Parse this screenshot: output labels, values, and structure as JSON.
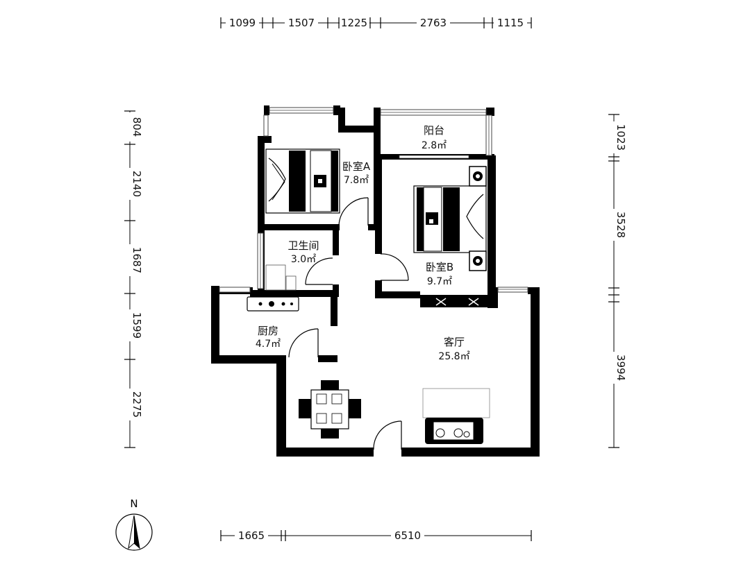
{
  "dimensions": {
    "top": [
      "1099",
      "1507",
      "1225",
      "2763",
      "1115"
    ],
    "bottom": [
      "1665",
      "6510"
    ],
    "left": [
      "804",
      "2140",
      "1687",
      "1599",
      "2275"
    ],
    "right": [
      "1023",
      "3528",
      "3994"
    ]
  },
  "rooms": {
    "balcony": {
      "name": "阳台",
      "area": "2.8㎡"
    },
    "bedroom_a": {
      "name": "卧室A",
      "area": "7.8㎡"
    },
    "bathroom": {
      "name": "卫生间",
      "area": "3.0㎡"
    },
    "bedroom_b": {
      "name": "卧室B",
      "area": "9.7㎡"
    },
    "kitchen": {
      "name": "厨房",
      "area": "4.7㎡"
    },
    "living": {
      "name": "客厅",
      "area": "25.8㎡"
    }
  },
  "compass": {
    "label": "N"
  }
}
